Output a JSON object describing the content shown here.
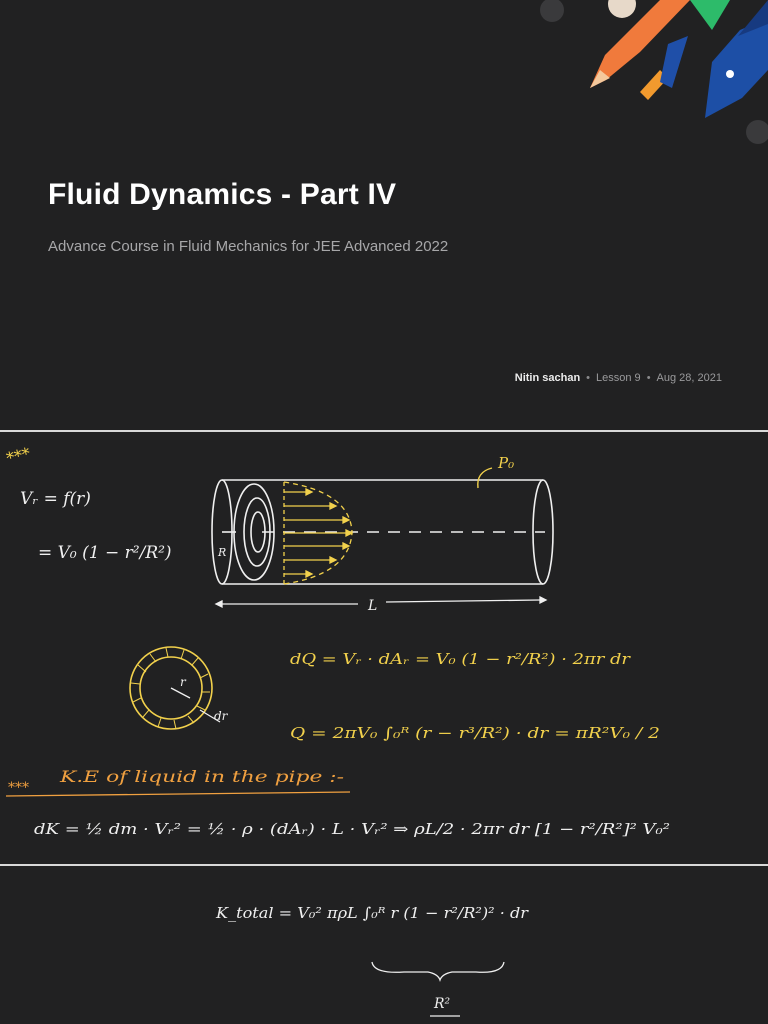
{
  "title_slide": {
    "title": "Fluid Dynamics - Part IV",
    "subtitle": "Advance Course in Fluid Mechanics for JEE Advanced 2022",
    "author": "Nitin sachan",
    "lesson": "Lesson 9",
    "date": "Aug 28, 2021"
  },
  "notes": {
    "stars": "***",
    "vr_def": "Vᵣ = f(r)",
    "vr_eq": "= V₀ (1 − r²/R²)",
    "p0_label": "P₀",
    "r_label_pipe": "R",
    "length_label": "L",
    "dq_eq": "dQ = Vᵣ · dAᵣ = V₀ (1 − r²/R²) · 2πr dr",
    "q_eq": "Q = 2πV₀ ∫₀ᴿ (r − r³/R²) · dr = πR²V₀ / 2",
    "ring_r_label": "r",
    "ring_dr_label": "dr",
    "ke_heading": "K.E of liquid in the pipe :-",
    "dk_eq": "dK = ½ dm · Vᵣ² = ½ · ρ · (dAᵣ) · L · Vᵣ² ⇒ ρL/2 · 2πr dr [1 − r²/R²]² V₀²",
    "ktotal_eq": "K_total = V₀² πρL ∫₀ᴿ r (1 − r²/R²)² · dr",
    "brace_label": "R²"
  }
}
